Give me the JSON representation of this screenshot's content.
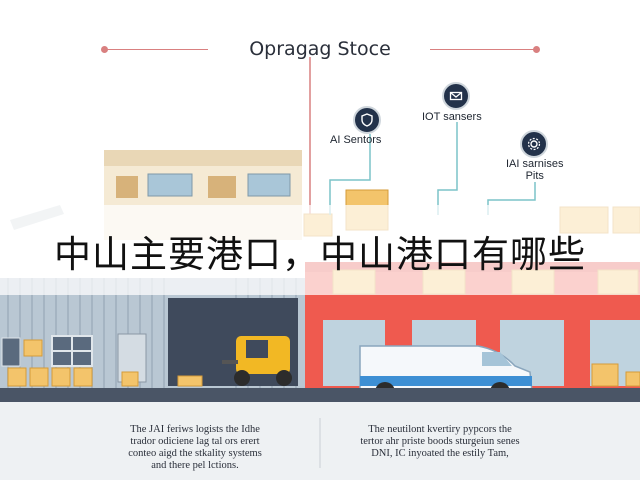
{
  "title": "Opragag Stoce",
  "sensors": [
    {
      "label": "AI Sentors",
      "icon": "shield-sensor-icon"
    },
    {
      "label": "IOT sansers",
      "icon": "envelope-sensor-icon"
    },
    {
      "label": "IAI sarnises\nPits",
      "icon": "gear-sensor-icon"
    }
  ],
  "headline": "中山主要港口，中山港口有哪些",
  "captions": {
    "left": "The JAI feriws logists the Idhe\ntrador odiciene lag tal ors erert\nconteo aigd the stkality systems\nand there pel lctions.",
    "right": "The neutilont kvertiry pypcors the\ntertor ahr priste boods sturgeiun senes\nDNI, IC inyoated the estily Tam,"
  },
  "colors": {
    "title_line": "#d98080",
    "warehouse_left": "#b9c7d3",
    "warehouse_right": "#ef5a4f",
    "ground": "#4a5566",
    "accent_teal": "#7cc3c8",
    "box": "#f3c46b"
  }
}
